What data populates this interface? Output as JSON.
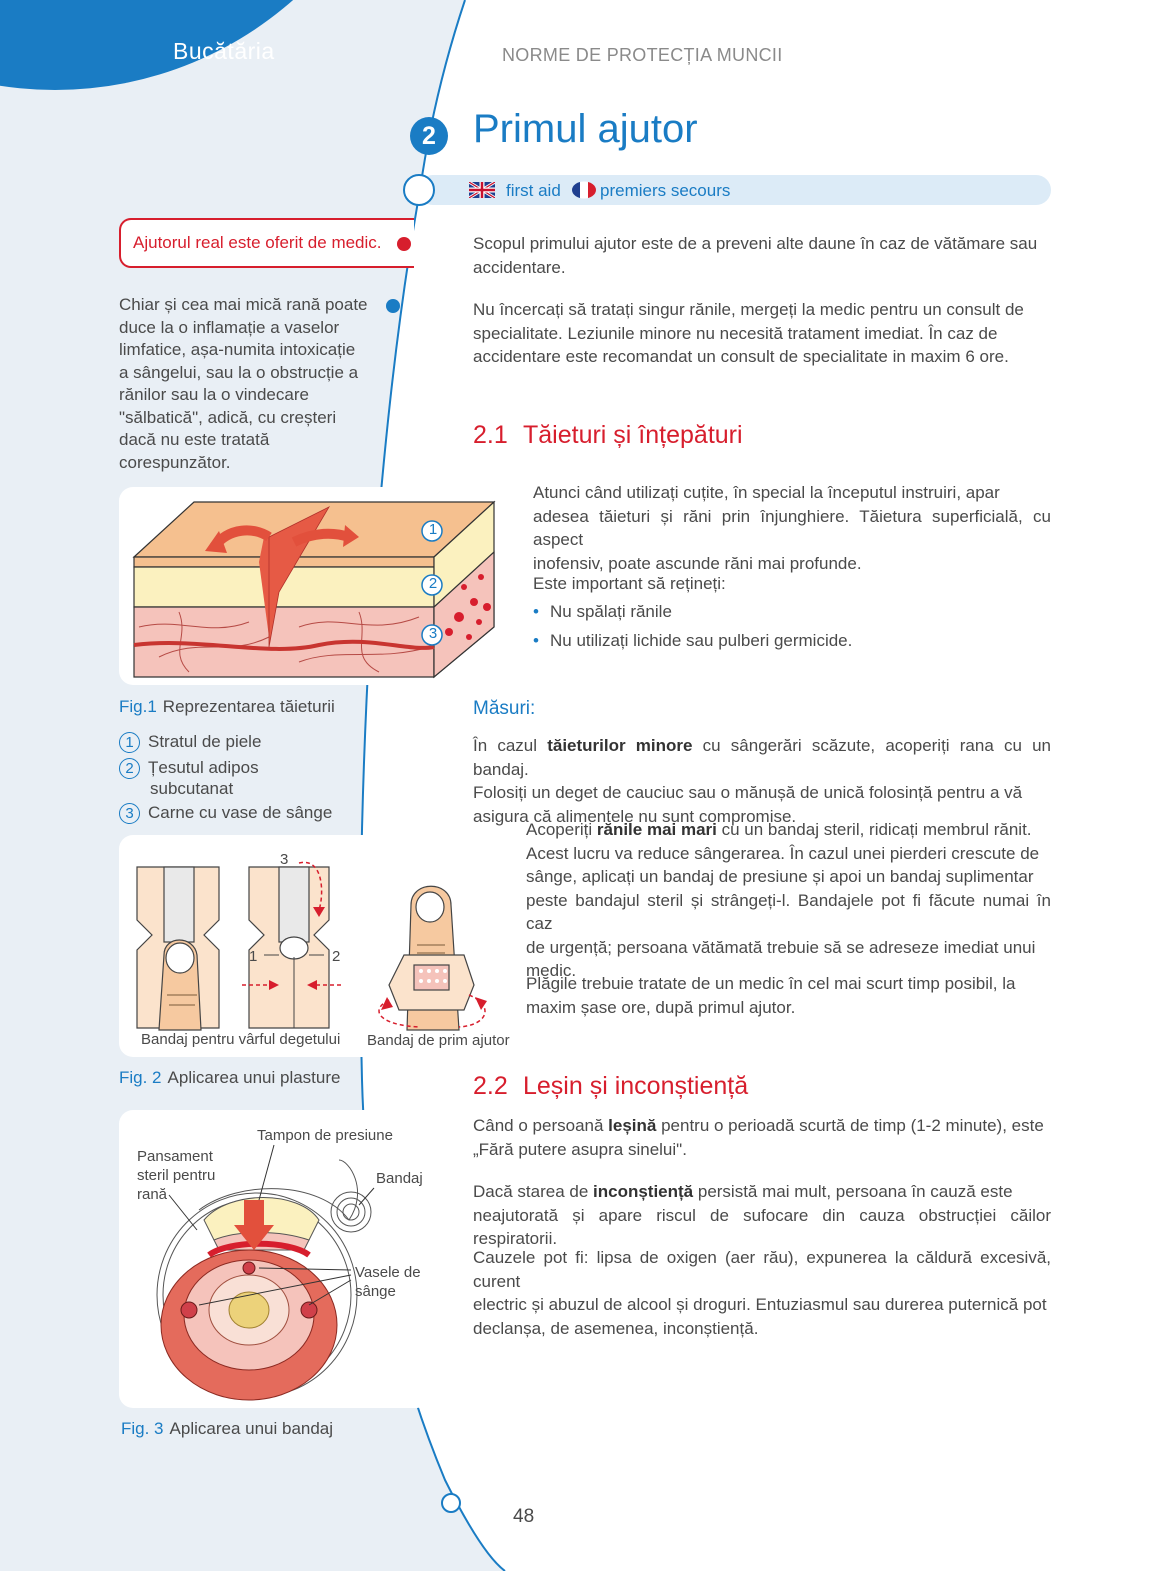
{
  "header": {
    "section_label": "Bucătăria",
    "title": "NORME DE PROTECȚIA MUNCII"
  },
  "chapter": {
    "number": "2",
    "title": "Primul ajutor"
  },
  "translations": {
    "en": "first aid",
    "fr": "premiers secours"
  },
  "sidebar": {
    "callout": "Ajutorul real este oferit de medic.",
    "note_lines": [
      "Chiar și cea mai mică rană poate",
      "duce la o inflamație a vaselor",
      "limfatice, așa-numita intoxicație",
      "a sângelui, sau la o obstrucție a",
      "rănilor sau la o vindecare",
      "\"sălbatică\", adică, cu creșteri",
      "dacă nu este tratată",
      "corespunzător."
    ]
  },
  "fig1": {
    "label": "Fig.1",
    "caption": "Reprezentarea tăieturii",
    "markers": [
      "1",
      "2",
      "3"
    ],
    "legend": [
      {
        "num": "1",
        "text": "Stratul de piele"
      },
      {
        "num": "2",
        "text": "Țesutul adipos",
        "text2": "subcutanat"
      },
      {
        "num": "3",
        "text": "Carne cu vase de sânge"
      }
    ]
  },
  "fig2": {
    "label": "Fig. 2",
    "caption": "Aplicarea unui plasture",
    "step_labels": [
      "3",
      "1",
      "2"
    ],
    "left_label": "Bandaj pentru vârful degetului",
    "right_label": "Bandaj de prim ajutor"
  },
  "fig3": {
    "label": "Fig. 3",
    "caption": "Aplicarea unui bandaj",
    "label_pad": "Tampon de presiune",
    "label_dressing": [
      "Pansament",
      "steril pentru",
      "rană"
    ],
    "label_bandage": "Bandaj",
    "label_vessels": [
      "Vasele de",
      "sânge"
    ]
  },
  "intro": {
    "p1_lines": [
      "Scopul primului ajutor este de a preveni alte daune în caz de vătămare sau",
      "accidentare."
    ],
    "p2_lines": [
      "Nu încercați să tratați singur rănile, mergeți la medic pentru un consult de",
      "specialitate. Leziunile minore nu necesită tratament imediat. În caz de",
      "accidentare este recomandat un consult de specialitate in maxim  6 ore."
    ]
  },
  "s21": {
    "num": "2.1",
    "title": "Tăieturi și înțepături",
    "p1_lines": [
      "Atunci când utilizați cuțite, în special la începutul instruiri, apar",
      "adesea tăieturi și răni prin înjunghiere. Tăietura superficială, cu aspect",
      "inofensiv, poate ascunde răni mai profunde."
    ],
    "important": "Este important să rețineți:",
    "bullets": [
      "Nu spălați rănile",
      "Nu utilizați lichide sau pulberi germicide."
    ],
    "measures_title": "Măsuri:",
    "m1_a": "În cazul ",
    "m1_b": "tăieturilor minore",
    "m1_c": " cu sângerări scăzute, acoperiți rana cu un bandaj.",
    "m1_lines": [
      "Folosiți un deget de cauciuc sau o mănușă de unică folosință pentru a vă",
      "asigura că alimentele nu sunt compromise."
    ],
    "m2_a": "Acoperiți ",
    "m2_b": "rănile mai mari",
    "m2_c": " cu un bandaj steril, ridicați membrul rănit.",
    "m2_lines": [
      "Acest lucru va reduce sângerarea. În cazul unei pierderi crescute de",
      "sânge, aplicați un bandaj de presiune și apoi un bandaj suplimentar",
      "peste bandajul steril și strângeți-l. Bandajele pot fi făcute numai în caz",
      "de urgență; persoana vătămată trebuie să se adreseze imediat unui",
      "medic."
    ],
    "m3_lines": [
      "Plăgile trebuie tratate de un medic în cel mai scurt timp posibil, la",
      "maxim șase ore, după primul ajutor."
    ]
  },
  "s22": {
    "num": "2.2",
    "title": "Leșin și inconștiență",
    "p1_a": "Când o persoană ",
    "p1_b": "leșină",
    "p1_c": " pentru o perioadă scurtă de timp (1-2 minute), este",
    "p1_line2": "„Fără putere asupra sinelui\".",
    "p2_a": "Dacă starea de ",
    "p2_b": "inconștiență",
    "p2_c": " persistă mai mult, persoana în cauză este",
    "p2_line2": "neajutorată și apare riscul de sufocare din cauza obstrucției căilor respiratorii.",
    "p3_lines": [
      "Cauzele pot fi: lipsa de oxigen (aer rău), expunerea la căldură excesivă, curent",
      "electric și abuzul de alcool și droguri. Entuziasmul sau durerea puternică pot",
      "declanșa, de asemenea, inconștiență."
    ]
  },
  "footer": {
    "page_number": "48"
  },
  "colors": {
    "accent_blue": "#1a7cc4",
    "accent_red": "#d71e2d",
    "panel_bg": "#e9eff5"
  }
}
